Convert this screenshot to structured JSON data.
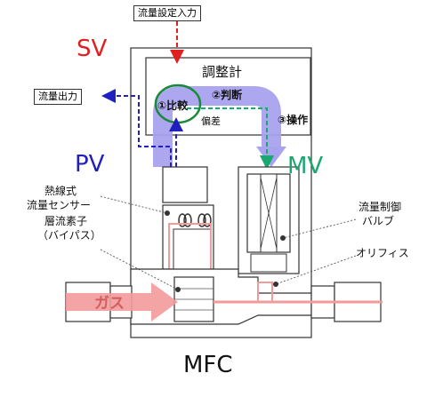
{
  "labels": {
    "sv_input": "流量設定入力",
    "sv": "SV",
    "pv": "PV",
    "mv": "MV",
    "flow_output": "流量出力",
    "controller": "調整計",
    "step1": "①比較",
    "step2": "②判断",
    "step3": "③操作",
    "deviation": "偏差",
    "sensor_line1": "熱線式",
    "sensor_line2": "流量センサー",
    "laminar_line1": "層流素子",
    "laminar_line2": "（バイパス）",
    "valve_line1": "流量制御",
    "valve_line2": "バルブ",
    "orifice": "オリフィス",
    "gas": "ガス",
    "title": "MFC"
  },
  "colors": {
    "sv_red": "#e02020",
    "pv_blue": "#2020c0",
    "mv_green": "#18a870",
    "flow_band": "#a9a2ee",
    "gas_pink": "#f39a9a",
    "compare_circle": "#1a8a3a"
  }
}
